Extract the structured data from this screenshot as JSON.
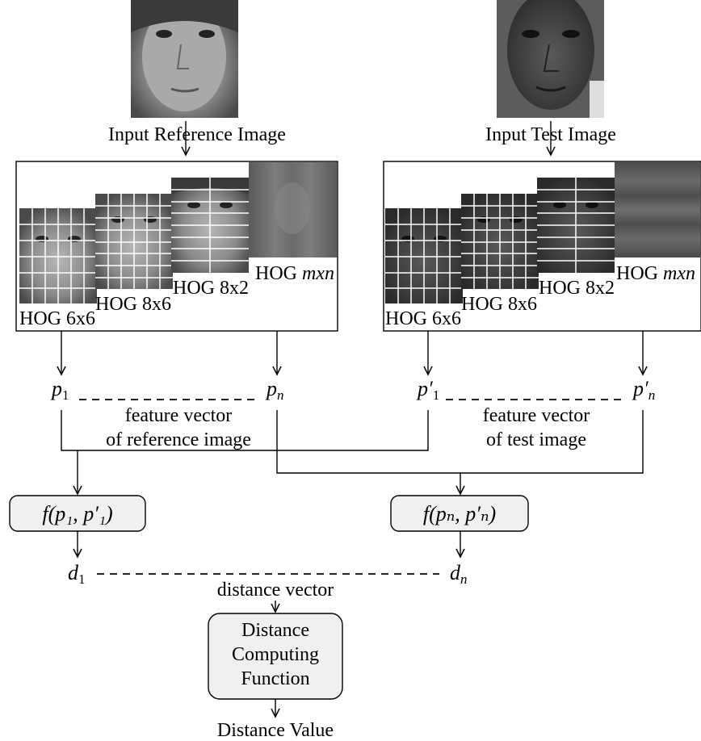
{
  "reference": {
    "input_label": "Input Reference Image",
    "hog_labels": [
      "HOG 6x6",
      "HOG 8x6",
      "HOG 8x2",
      "HOG"
    ],
    "hog_last_suffix": "mxn",
    "p_first": "p",
    "p_first_sub": "1",
    "p_last": "p",
    "p_last_sub": "n",
    "feature_caption_1": "feature vector",
    "feature_caption_2": "of reference image"
  },
  "test": {
    "input_label": "Input Test Image",
    "hog_labels": [
      "HOG 6x6",
      "HOG 8x6",
      "HOG 8x2",
      "HOG"
    ],
    "hog_last_suffix": "mxn",
    "p_first": "p′",
    "p_first_sub": "1",
    "p_last": "p′",
    "p_last_sub": "n",
    "feature_caption_1": "feature vector",
    "feature_caption_2": "of test image"
  },
  "functions": {
    "f1": "f(p₁, p′₁)",
    "fn": "f(pₙ, p′ₙ)"
  },
  "distance": {
    "d_first": "d",
    "d_first_sub": "1",
    "d_last": "d",
    "d_last_sub": "n",
    "vector_caption": "distance vector",
    "function_line1": "Distance",
    "function_line2": "Computing",
    "function_line3": "Function",
    "output_label": "Distance Value"
  },
  "colors": {
    "box_fill": "#f0f0f0",
    "stroke": "#000000"
  }
}
